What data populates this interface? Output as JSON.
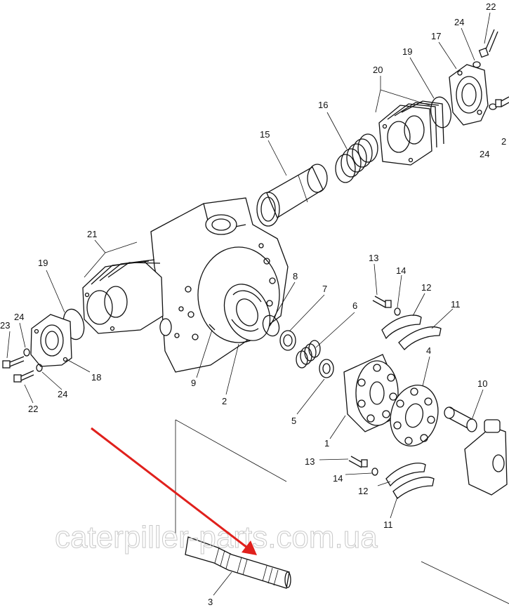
{
  "diagram": {
    "callouts": {
      "c22_top": "22",
      "c24_top": "24",
      "c17": "17",
      "c19_top": "19",
      "c20": "20",
      "c2_edge": "2",
      "c24_right": "24",
      "c16": "16",
      "c15": "15",
      "c21": "21",
      "c19_left": "19",
      "c13_top": "13",
      "c14_top": "14",
      "c12_top": "12",
      "c11_top": "11",
      "c8": "8",
      "c7": "7",
      "c6": "6",
      "c24_left": "24",
      "c23": "23",
      "c18": "18",
      "c9": "9",
      "c2": "2",
      "c4": "4",
      "c10": "10",
      "c5": "5",
      "c1": "1",
      "c22_bottom": "22",
      "c24_bottom": "24",
      "c13_bottom": "13",
      "c14_bottom": "14",
      "c12_bottom": "12",
      "c11_bottom": "11",
      "c3": "3"
    },
    "watermark": "caterpiller-parts.com.ua",
    "colors": {
      "arrow": "#e0201c",
      "line": "#111111",
      "watermark": "#c8c8c8"
    }
  }
}
